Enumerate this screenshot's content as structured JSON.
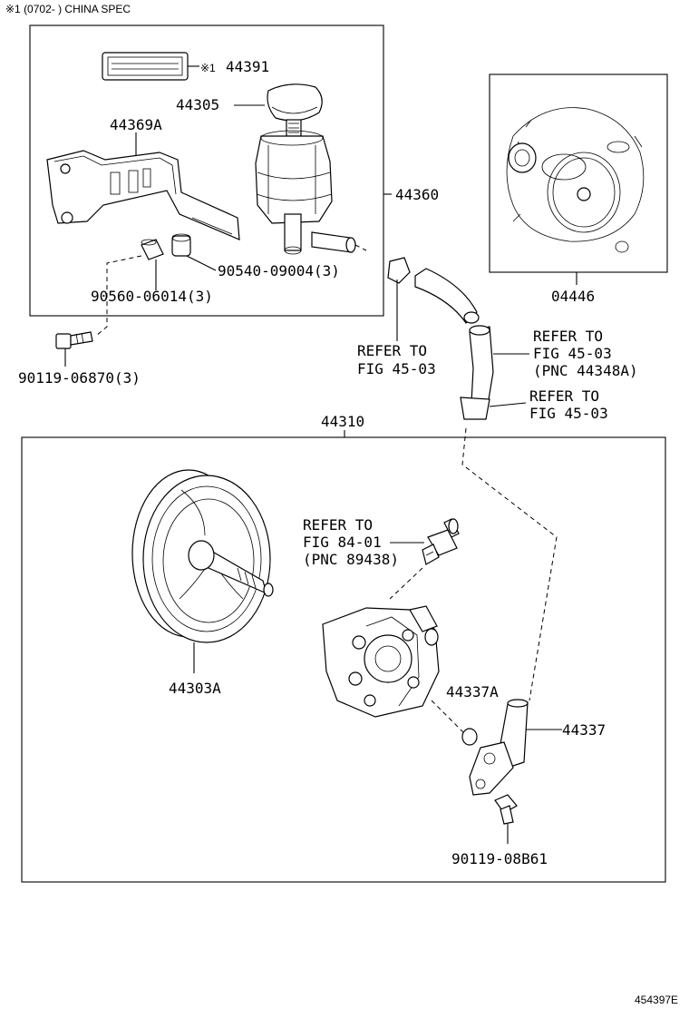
{
  "header": {
    "note": "※1 (0702-      ) CHINA SPEC"
  },
  "labels": {
    "p44391_mark": "※1",
    "p44391": "44391",
    "p44305": "44305",
    "p44369a": "44369A",
    "p44360": "44360",
    "p90540": "90540-09004(3)",
    "p90560": "90560-06014(3)",
    "p90119a": "90119-06870(3)",
    "p04446": "04446",
    "refer1_l1": "REFER TO",
    "refer1_l2": "FIG 45-03",
    "refer2_l1": "REFER TO",
    "refer2_l2": "FIG 45-03",
    "refer2_l3": "(PNC 44348A)",
    "refer3_l1": "REFER TO",
    "refer3_l2": "FIG 45-03",
    "p44310": "44310",
    "refer4_l1": "REFER TO",
    "refer4_l2": "FIG 84-01",
    "refer4_l3": "(PNC 89438)",
    "p44303a": "44303A",
    "p44337a": "44337A",
    "p44337": "44337",
    "p90119b": "90119-08B61"
  },
  "footer": {
    "figure_id": "454397E"
  }
}
